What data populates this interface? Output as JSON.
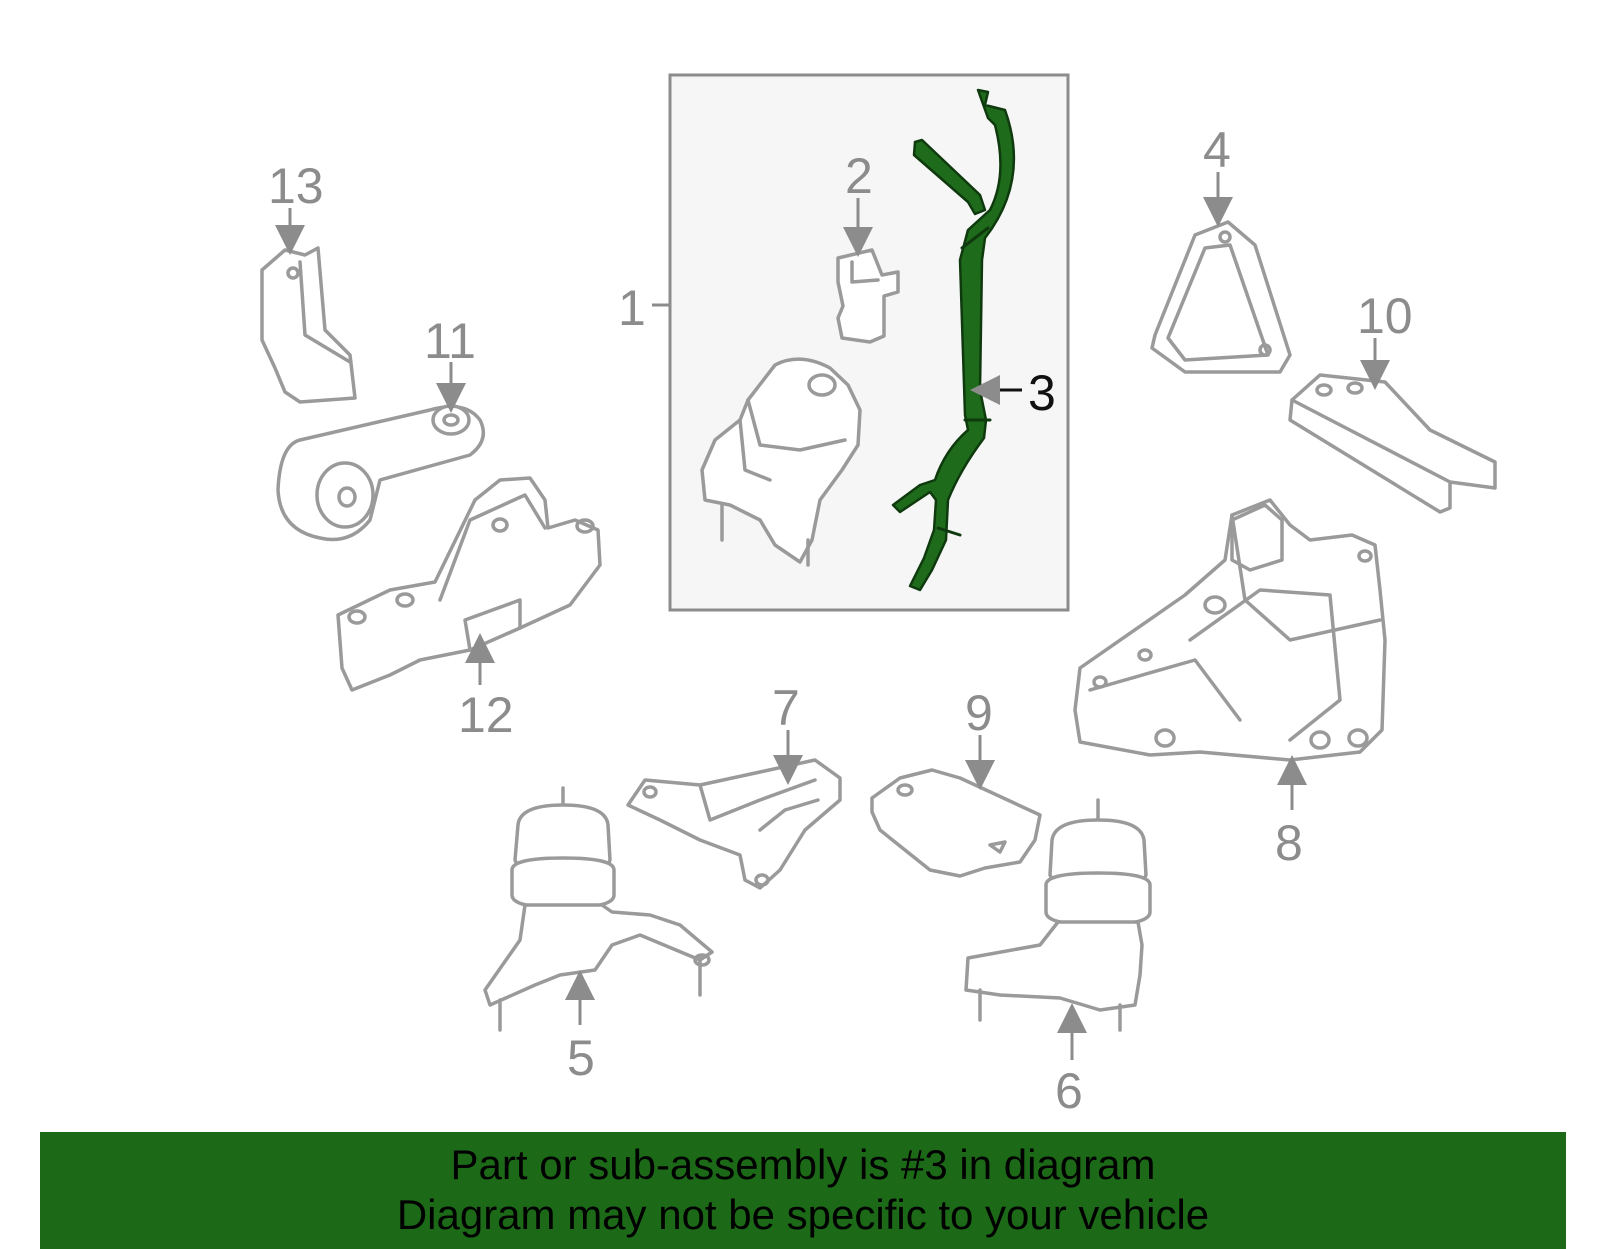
{
  "diagram": {
    "callouts": {
      "c1": "1",
      "c2": "2",
      "c3": "3",
      "c4": "4",
      "c5": "5",
      "c6": "6",
      "c7": "7",
      "c8": "8",
      "c9": "9",
      "c10": "10",
      "c11": "11",
      "c12": "12",
      "c13": "13"
    },
    "highlight_color": "#1c6a17",
    "part_line_color": "#9a9a9a"
  },
  "banner": {
    "line1": "Part or sub-assembly is #3 in diagram",
    "line2": "Diagram may not be specific to your vehicle",
    "background": "#1c6a17"
  }
}
